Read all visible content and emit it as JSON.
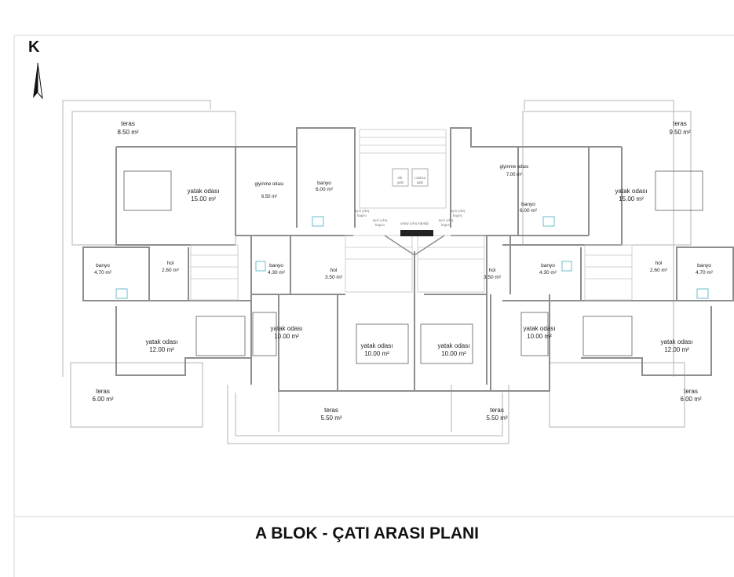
{
  "plan_title": "A BLOK - ÇATI ARASI PLANI",
  "north_label": "K",
  "rooms": {
    "tl_teras": {
      "name": "teras",
      "area": "8.50 m²"
    },
    "tr_teras": {
      "name": "teras",
      "area": "9.50 m²"
    },
    "l_yatak1": {
      "name": "yatak odası",
      "area": "15.00 m²"
    },
    "l_giyinme": {
      "name": "giyinme odası",
      "area": "6.50 m²"
    },
    "l_banyo1": {
      "name": "banyo",
      "area": "6.00 m²"
    },
    "r_giyinme": {
      "name": "giyinme odası",
      "area": "7.00 m²"
    },
    "r_banyo1": {
      "name": "banyo",
      "area": "6.00 m²"
    },
    "r_yatak1": {
      "name": "yatak odası",
      "area": "15.00 m²"
    },
    "l_banyo2": {
      "name": "banyo",
      "area": "4.70 m²"
    },
    "l_hol1": {
      "name": "hol",
      "area": "2.60 m²"
    },
    "l_banyo3": {
      "name": "banyo",
      "area": "4.30 m²"
    },
    "l_hol2": {
      "name": "hol",
      "area": "3.50 m²"
    },
    "r_hol2": {
      "name": "hol",
      "area": "3.50 m²"
    },
    "r_banyo3": {
      "name": "banyo",
      "area": "4.30 m²"
    },
    "r_hol1": {
      "name": "hol",
      "area": "2.60 m²"
    },
    "r_banyo2": {
      "name": "banyo",
      "area": "4.70 m²"
    },
    "l_yatak2": {
      "name": "yatak odası",
      "area": "12.00 m²"
    },
    "l_yatak3": {
      "name": "yatak odası",
      "area": "10.00 m²"
    },
    "l_yatak4": {
      "name": "yatak odası",
      "area": "10.00 m²"
    },
    "r_yatak4": {
      "name": "yatak odası",
      "area": "10.00 m²"
    },
    "r_yatak3": {
      "name": "yatak odası",
      "area": "10.00 m²"
    },
    "r_yatak2": {
      "name": "yatak odası",
      "area": "12.00 m²"
    },
    "bl_teras": {
      "name": "teras",
      "area": "6.00 m²"
    },
    "bc1_teras": {
      "name": "teras",
      "area": "5.50 m²"
    },
    "bc2_teras": {
      "name": "teras",
      "area": "5.50 m²"
    },
    "br_teras": {
      "name": "teras",
      "area": "6.00 m²"
    }
  },
  "small_labels": {
    "elk_line1": "elk.",
    "elk_line2": "şaftı",
    "atik_line1": "r.atıksu",
    "atik_line2": "şaftı",
    "kapak1_line1": "açılı çıkış",
    "kapak1_line2": "kapısı",
    "kapak2_line1": "açılı çıkış",
    "kapak2_line2": "kapısı",
    "kapak3_line1": "açılı çıkış",
    "kapak3_line2": "kapısı",
    "kapak4_line1": "açılı çıkış",
    "kapak4_line2": "kapısı",
    "center_kapak": "yatay çıkış kapağı"
  },
  "colors": {
    "wall": "#9a9a9a",
    "fixture": "#5bb8c9",
    "text": "#222222"
  }
}
